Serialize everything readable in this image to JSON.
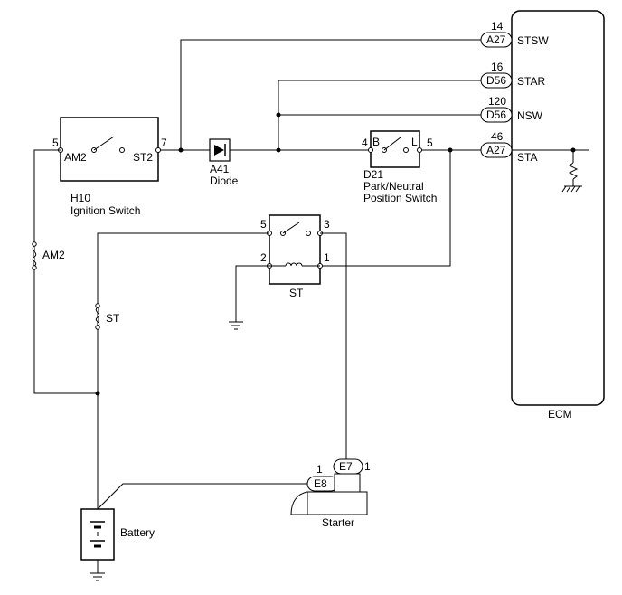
{
  "ecm": {
    "label": "ECM",
    "pins": [
      {
        "num": "14",
        "conn": "A27",
        "name": "STSW"
      },
      {
        "num": "16",
        "conn": "D56",
        "name": "STAR"
      },
      {
        "num": "120",
        "conn": "D56",
        "name": "NSW"
      },
      {
        "num": "46",
        "conn": "A27",
        "name": "STA"
      }
    ]
  },
  "ignition_switch": {
    "code": "H10",
    "name": "Ignition Switch",
    "pin_left": "5",
    "pin_right": "7",
    "term_left": "AM2",
    "term_right": "ST2"
  },
  "diode": {
    "code": "A41",
    "name": "Diode"
  },
  "pnp_switch": {
    "code": "D21",
    "name_line1": "Park/Neutral",
    "name_line2": "Position Switch",
    "pin_left": "4",
    "pin_right": "5",
    "term_left": "B",
    "term_right": "L"
  },
  "st_relay": {
    "name": "ST",
    "pin_tl": "5",
    "pin_tr": "3",
    "pin_bl": "2",
    "pin_br": "1"
  },
  "fuses": {
    "am2": "AM2",
    "st": "ST"
  },
  "battery": {
    "label": "Battery"
  },
  "starter": {
    "label": "Starter",
    "conn1": "E8",
    "conn1_pin": "1",
    "conn2": "E7",
    "conn2_pin": "1"
  }
}
